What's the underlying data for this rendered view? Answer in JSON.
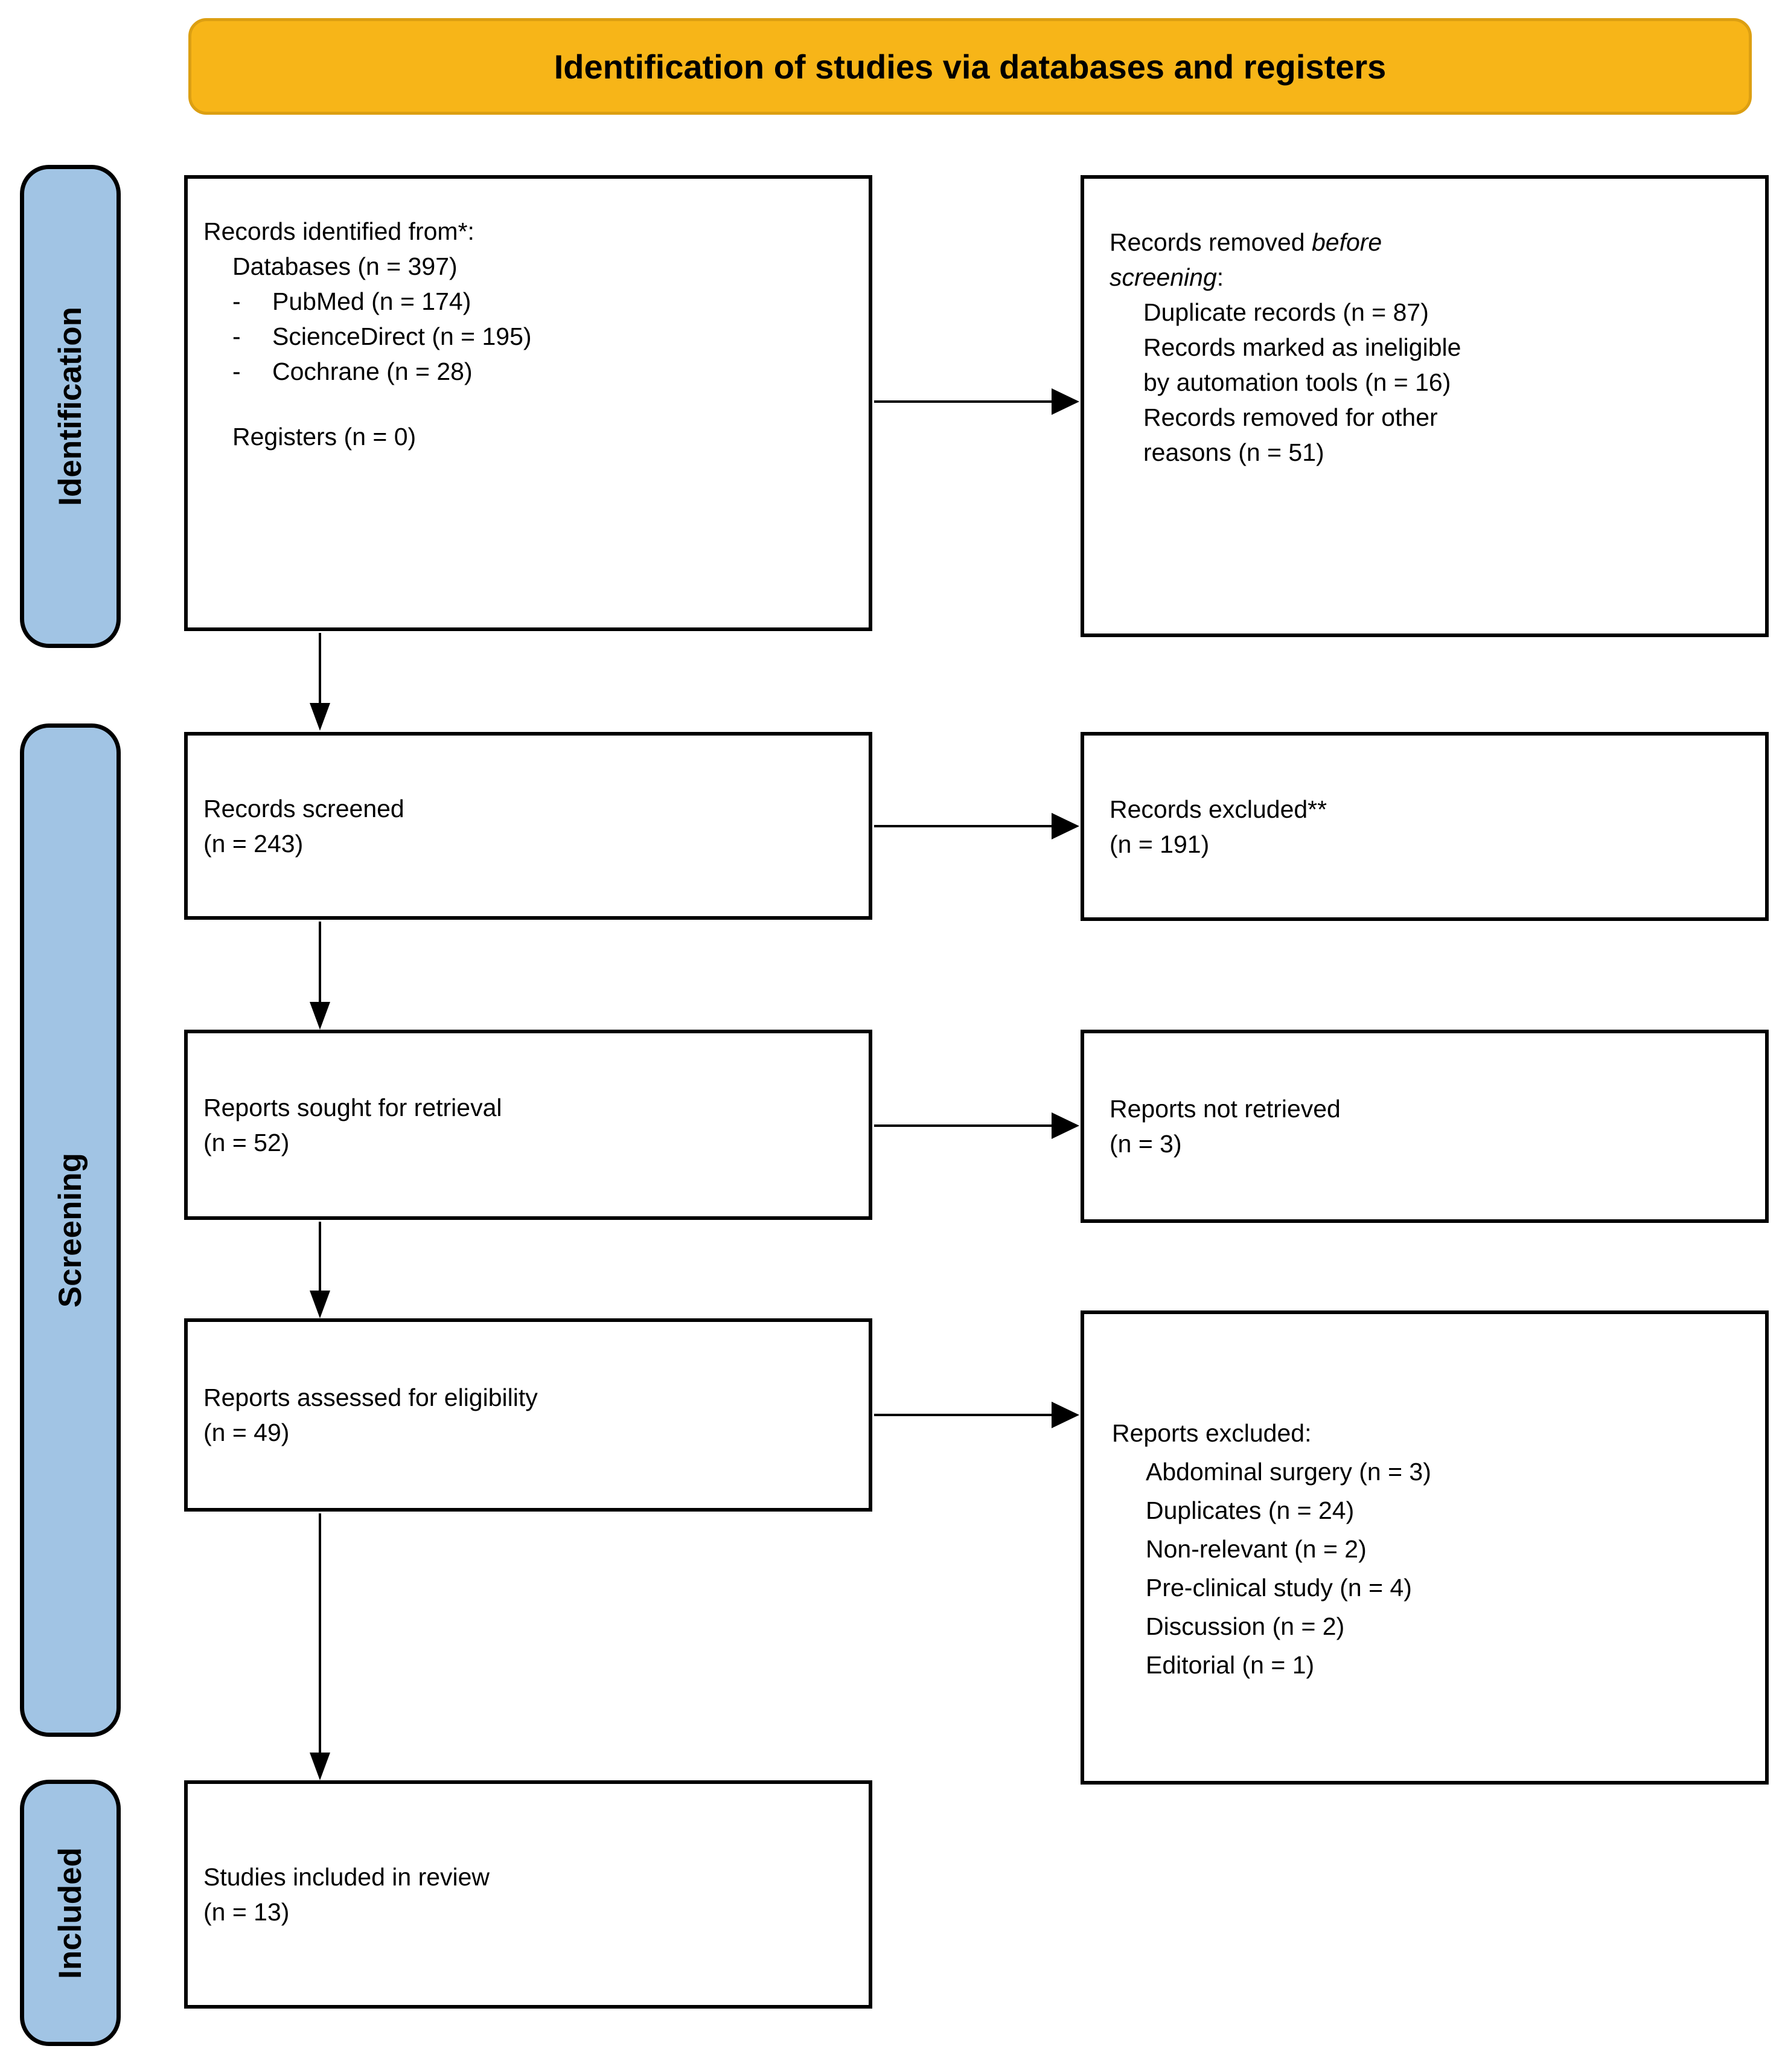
{
  "header": {
    "title": "Identification of studies via databases and registers"
  },
  "sidebar": {
    "stages": [
      {
        "label": "Identification"
      },
      {
        "label": "Screening"
      },
      {
        "label": "Included"
      }
    ]
  },
  "boxes": {
    "identified": {
      "title": "Records identified from*:",
      "databases": "Databases (n = 397)",
      "dash": "-",
      "db_items": [
        "PubMed (n = 174)",
        "ScienceDirect (n = 195)",
        "Cochrane (n = 28)"
      ],
      "registers": "Registers (n = 0)"
    },
    "removed": {
      "line1_pre": "Records removed ",
      "line1_italic": "before",
      "line2_italic": "screening",
      "line2_post": ":",
      "item_duplicates": "Duplicate records (n = 87)",
      "item_ineligible_l1": "Records marked as ineligible",
      "item_ineligible_l2": "by automation tools (n = 16)",
      "item_other_l1": "Records removed for other",
      "item_other_l2": "reasons (n = 51)"
    },
    "screened": {
      "line1": "Records screened",
      "line2": "(n = 243)"
    },
    "excluded": {
      "line1": "Records excluded**",
      "line2": "(n = 191)"
    },
    "sought": {
      "line1": "Reports sought for retrieval",
      "line2": "(n = 52)"
    },
    "not_retrieved": {
      "line1": "Reports not retrieved",
      "line2": "(n = 3)"
    },
    "assessed": {
      "line1": "Reports assessed for eligibility",
      "line2": "(n = 49)"
    },
    "reports_excluded": {
      "title": "Reports excluded:",
      "items": [
        "Abdominal surgery (n = 3)",
        "Duplicates (n = 24)",
        "Non-relevant (n = 2)",
        "Pre-clinical study (n = 4)",
        "Discussion (n = 2)",
        "Editorial (n = 1)"
      ]
    },
    "included_review": {
      "line1": "Studies included in review",
      "line2": "(n = 13)"
    }
  },
  "colors": {
    "banner_bg": "#F7B518",
    "banner_border": "#DC9F12",
    "stage_bg": "#A1C4E4",
    "box_border": "#000000",
    "background": "#FFFFFF"
  }
}
